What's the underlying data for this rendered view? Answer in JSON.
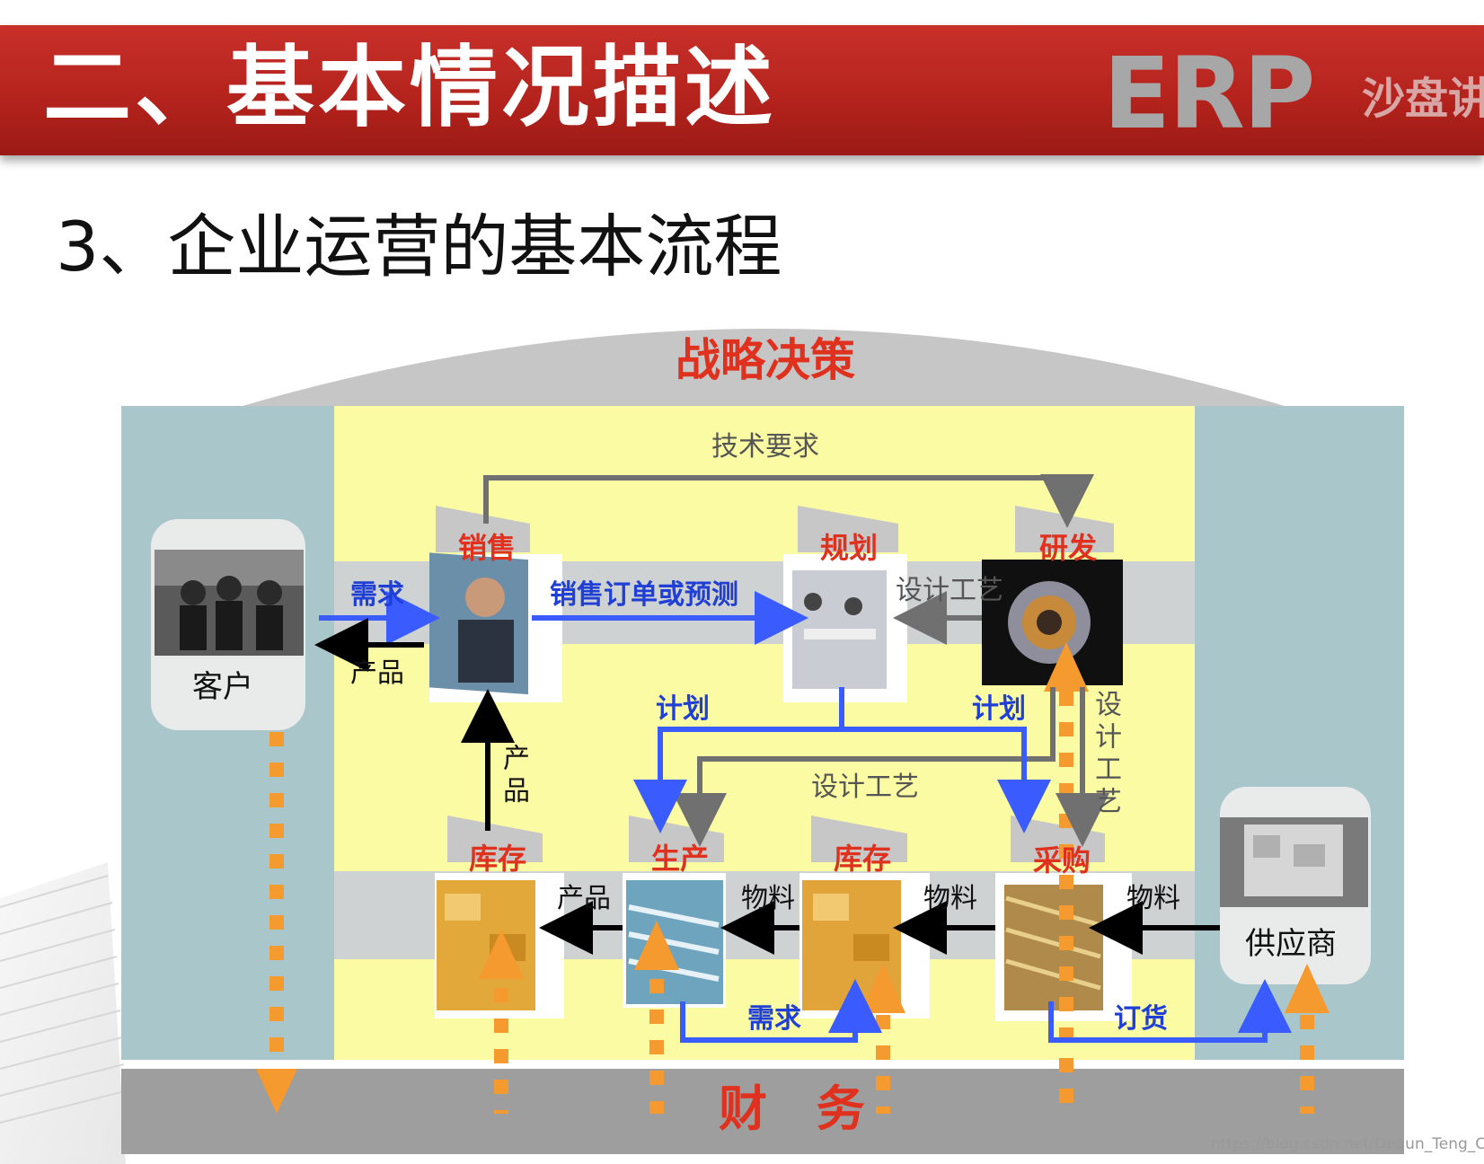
{
  "header": {
    "title": "二、基本情况描述",
    "logo": "ERP",
    "logo_sub": "沙盘讲"
  },
  "section_title": "3、企业运营的基本流程",
  "diagram": {
    "strategy": "战略决策",
    "finance": "财 务",
    "nodes": {
      "customer": "客户",
      "supplier": "供应商",
      "sales": "销售",
      "planning": "规划",
      "rnd": "研发",
      "inventory_product": "库存",
      "production": "生产",
      "inventory_material": "库存",
      "purchase": "采购"
    },
    "edges": {
      "tech_requirements": "技术要求",
      "customer_demand": "需求",
      "product_to_customer": "产品",
      "sales_order": "销售订单或预测",
      "design_process_rnd_planning": "设计工艺",
      "plan_left": "计划",
      "plan_right": "计划",
      "design_process_vertical": "设计工艺",
      "design_process_mid": "设计工艺",
      "product_vertical": "产品",
      "product_from_production": "产品",
      "material_1": "物料",
      "material_2": "物料",
      "material_3": "物料",
      "demand_bottom": "需求",
      "order_goods": "订货"
    }
  },
  "watermark": "https://blog.csdn.net/Dequn_Teng_CSDN",
  "colors": {
    "header_red": "#c9302a",
    "flow_blue": "#3a5cff",
    "finance_orange": "#f59a2e",
    "panel_yellow": "#fbfba3",
    "panel_teal": "#a9c6cb"
  }
}
